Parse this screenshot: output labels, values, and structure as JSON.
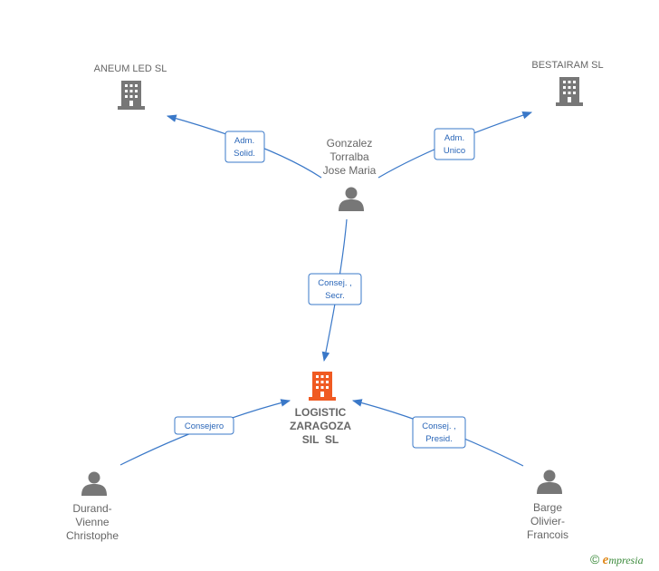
{
  "nodes": {
    "aneum": {
      "label": "ANEUM LED SL"
    },
    "bestairam": {
      "label": "BESTAIRAM SL"
    },
    "gonzalez": {
      "lines": [
        "Gonzalez",
        "Torralba",
        "Jose Maria"
      ]
    },
    "logistic": {
      "lines": [
        "LOGISTIC",
        "ZARAGOZA",
        "SIL  SL"
      ]
    },
    "durand": {
      "lines": [
        "Durand-",
        "Vienne",
        "Christophe"
      ]
    },
    "barge": {
      "lines": [
        "Barge",
        "Olivier-",
        "Francois"
      ]
    }
  },
  "roles": {
    "adm_solid": [
      "Adm.",
      "Solid."
    ],
    "adm_unico": [
      "Adm.",
      "Unico"
    ],
    "consej_secr": [
      "Consej. ,",
      "Secr."
    ],
    "consejero": [
      "Consejero"
    ],
    "consej_presid": [
      "Consej. ,",
      "Presid."
    ]
  },
  "colors": {
    "company": "#777777",
    "main_company": "#f05a22",
    "person": "#777777",
    "edge": "#3a78c8"
  },
  "footer": {
    "copyright": "©",
    "brand_initial": "e",
    "brand_rest": "mpresia"
  }
}
